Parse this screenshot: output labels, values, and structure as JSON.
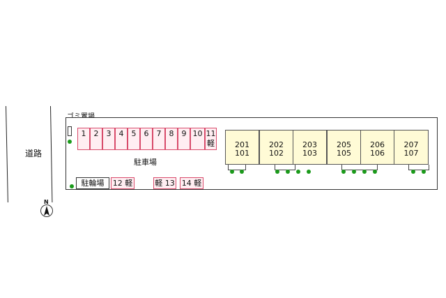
{
  "road": {
    "label": "道路"
  },
  "compass": {
    "label": "N"
  },
  "garbage": {
    "label": "ゴミ置場"
  },
  "parking": {
    "label": "駐車場",
    "spots": [
      "1",
      "2",
      "3",
      "4",
      "5",
      "6",
      "7",
      "8",
      "9",
      "10",
      "11"
    ],
    "spot11_extra": "軽",
    "lower_spots": [
      "12 軽",
      "軽 13",
      "14 軽"
    ]
  },
  "bicycle": {
    "label": "駐輪場"
  },
  "units": [
    {
      "upper": "201",
      "lower": "101"
    },
    {
      "upper": "202",
      "lower": "102"
    },
    {
      "upper": "203",
      "lower": "103"
    },
    {
      "upper": "205",
      "lower": "105"
    },
    {
      "upper": "206",
      "lower": "106"
    },
    {
      "upper": "207",
      "lower": "107"
    }
  ],
  "colors": {
    "parking_fill": "#ffeef2",
    "parking_border": "#d84a6a",
    "unit_fill": "#fffbd6",
    "tree": "#1a9a1a"
  }
}
